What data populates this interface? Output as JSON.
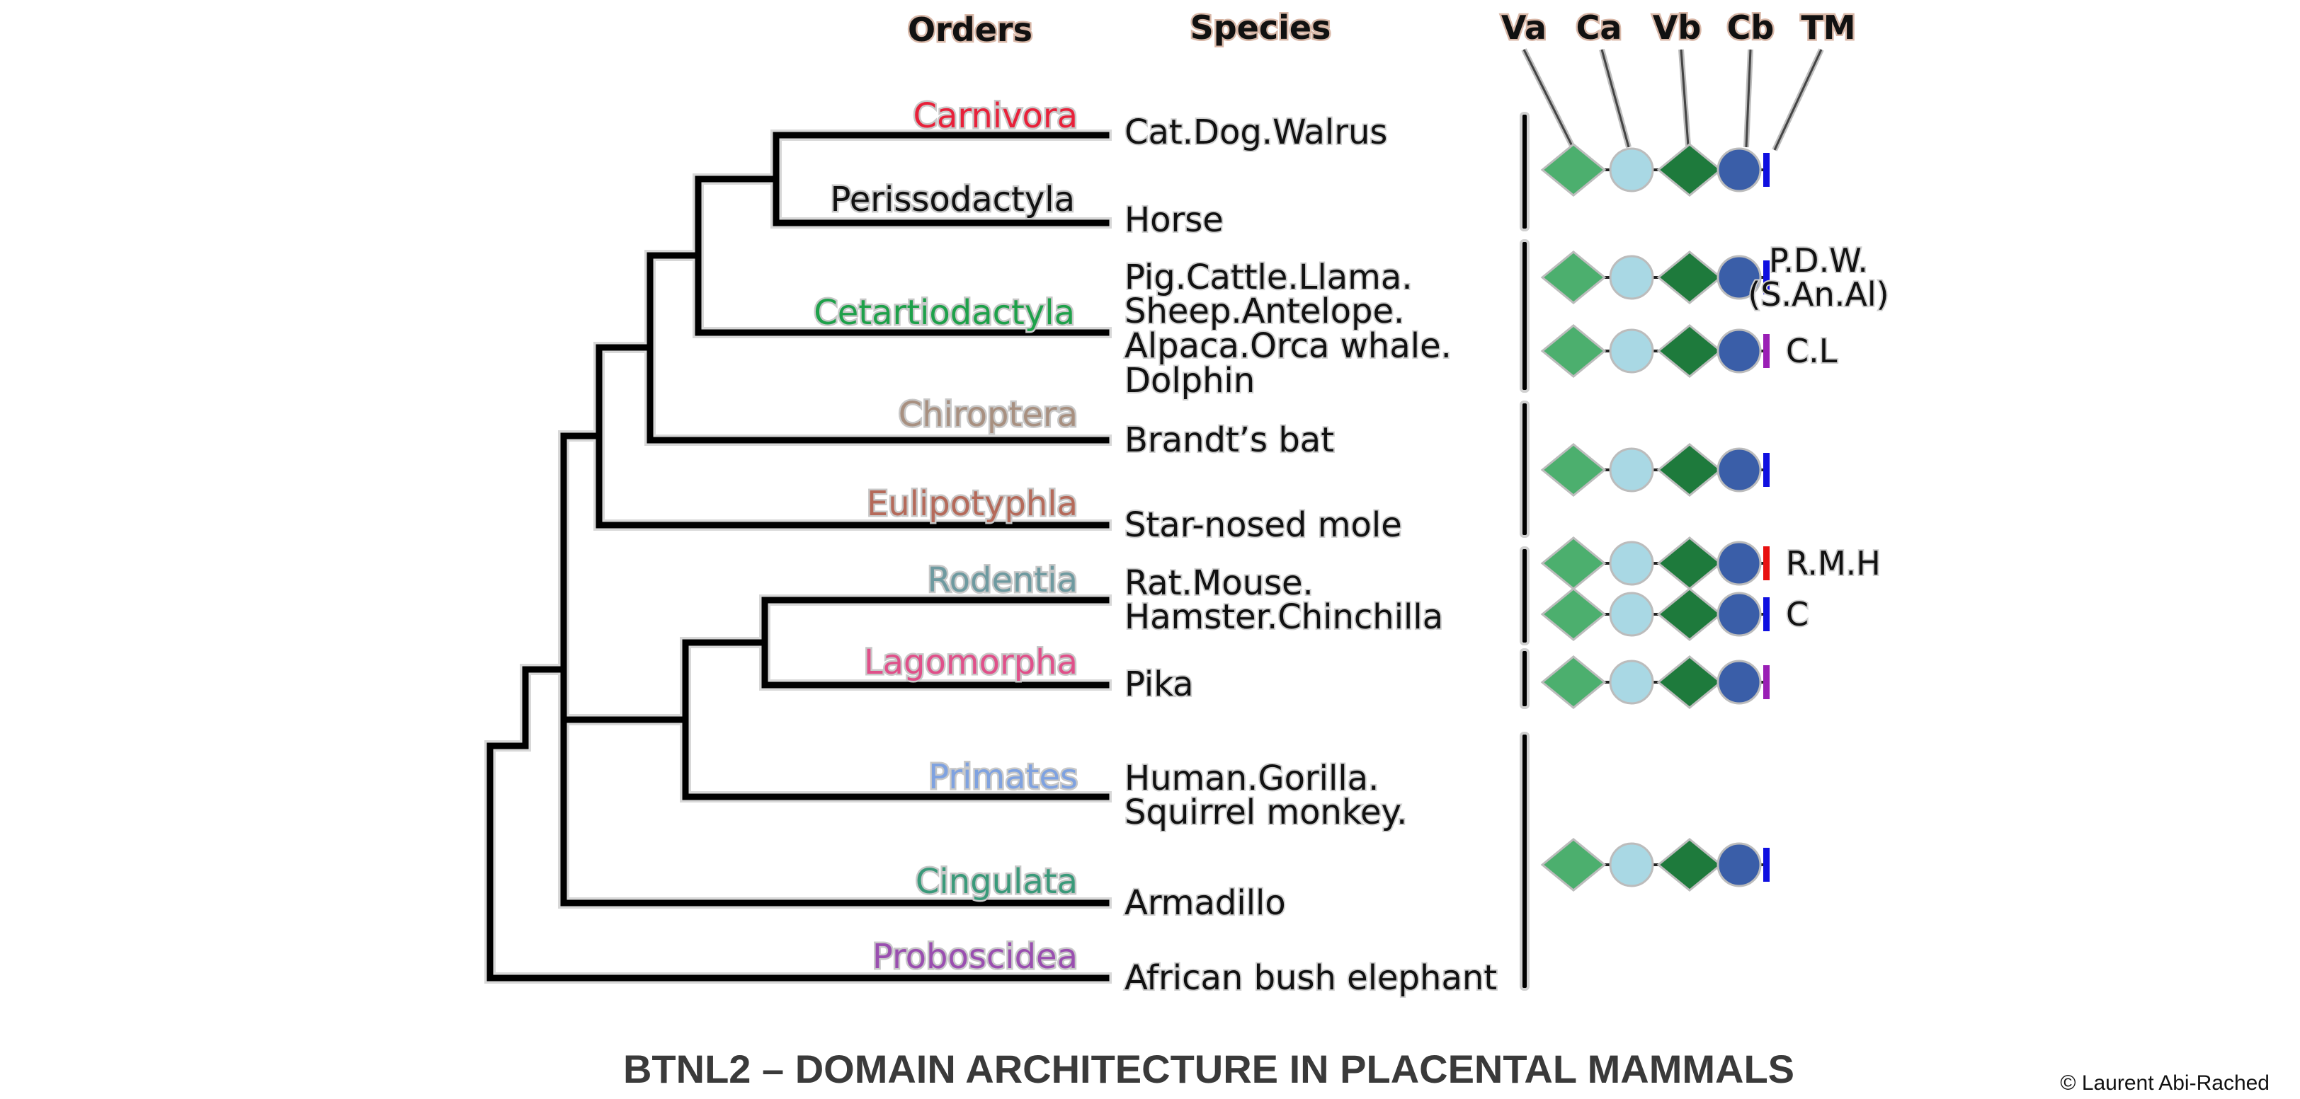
{
  "headers": {
    "orders": "Orders",
    "species": "Species"
  },
  "domains": [
    {
      "label": "Va",
      "shape": "diamond",
      "color": "#4caf6e"
    },
    {
      "label": "Ca",
      "shape": "circle",
      "color": "#a9d8e4"
    },
    {
      "label": "Vb",
      "shape": "diamond",
      "color": "#1e7a3c"
    },
    {
      "label": "Cb",
      "shape": "circle",
      "color": "#3a5ea8"
    },
    {
      "label": "TM",
      "shape": "bar",
      "color": "#1010e0"
    }
  ],
  "orders": [
    {
      "name": "Carnivora",
      "color": "#e8213a"
    },
    {
      "name": "Perissodactyla",
      "color": "#111111"
    },
    {
      "name": "Cetartiodactyla",
      "color": "#1ea14a"
    },
    {
      "name": "Chiroptera",
      "color": "#a89080"
    },
    {
      "name": "Eulipotyphla",
      "color": "#b56a5a"
    },
    {
      "name": "Rodentia",
      "color": "#6e9aa0"
    },
    {
      "name": "Lagomorpha",
      "color": "#e0508a"
    },
    {
      "name": "Primates",
      "color": "#7fa2e0"
    },
    {
      "name": "Cingulata",
      "color": "#3a9a7a"
    },
    {
      "name": "Proboscidea",
      "color": "#9a4fb0"
    }
  ],
  "species": [
    [
      "Cat.Dog.Walrus"
    ],
    [
      "Horse"
    ],
    [
      "Pig.Cattle.Llama.",
      "Sheep.Antelope.",
      "Alpaca.Orca whale.",
      "Dolphin"
    ],
    [
      "Brandt’s bat"
    ],
    [
      "Star-nosed mole"
    ],
    [
      "Rat.Mouse.",
      "Hamster.Chinchilla"
    ],
    [
      "Pika"
    ],
    [
      "Human.Gorilla.",
      "Squirrel monkey."
    ],
    [
      "Armadillo"
    ],
    [
      "African bush elephant"
    ]
  ],
  "architectures": [
    {
      "tm_color": "#1010e0",
      "note": []
    },
    {
      "tm_color": "#1010e0",
      "note": [
        "P.D.W.",
        "(S.An.Al)"
      ]
    },
    {
      "tm_color": "#9a1fb5",
      "note": [
        "C.L"
      ]
    },
    {
      "tm_color": "#1010e0",
      "note": []
    },
    {
      "tm_color": "#e81010",
      "note": [
        "R.M.H"
      ]
    },
    {
      "tm_color": "#1010e0",
      "note": [
        "C"
      ]
    },
    {
      "tm_color": "#9a1fb5",
      "note": []
    },
    {
      "tm_color": "#1010e0",
      "note": []
    }
  ],
  "title": "BTNL2 – DOMAIN ARCHITECTURE IN PLACENTAL MAMMALS",
  "copyright": "© Laurent Abi-Rached"
}
